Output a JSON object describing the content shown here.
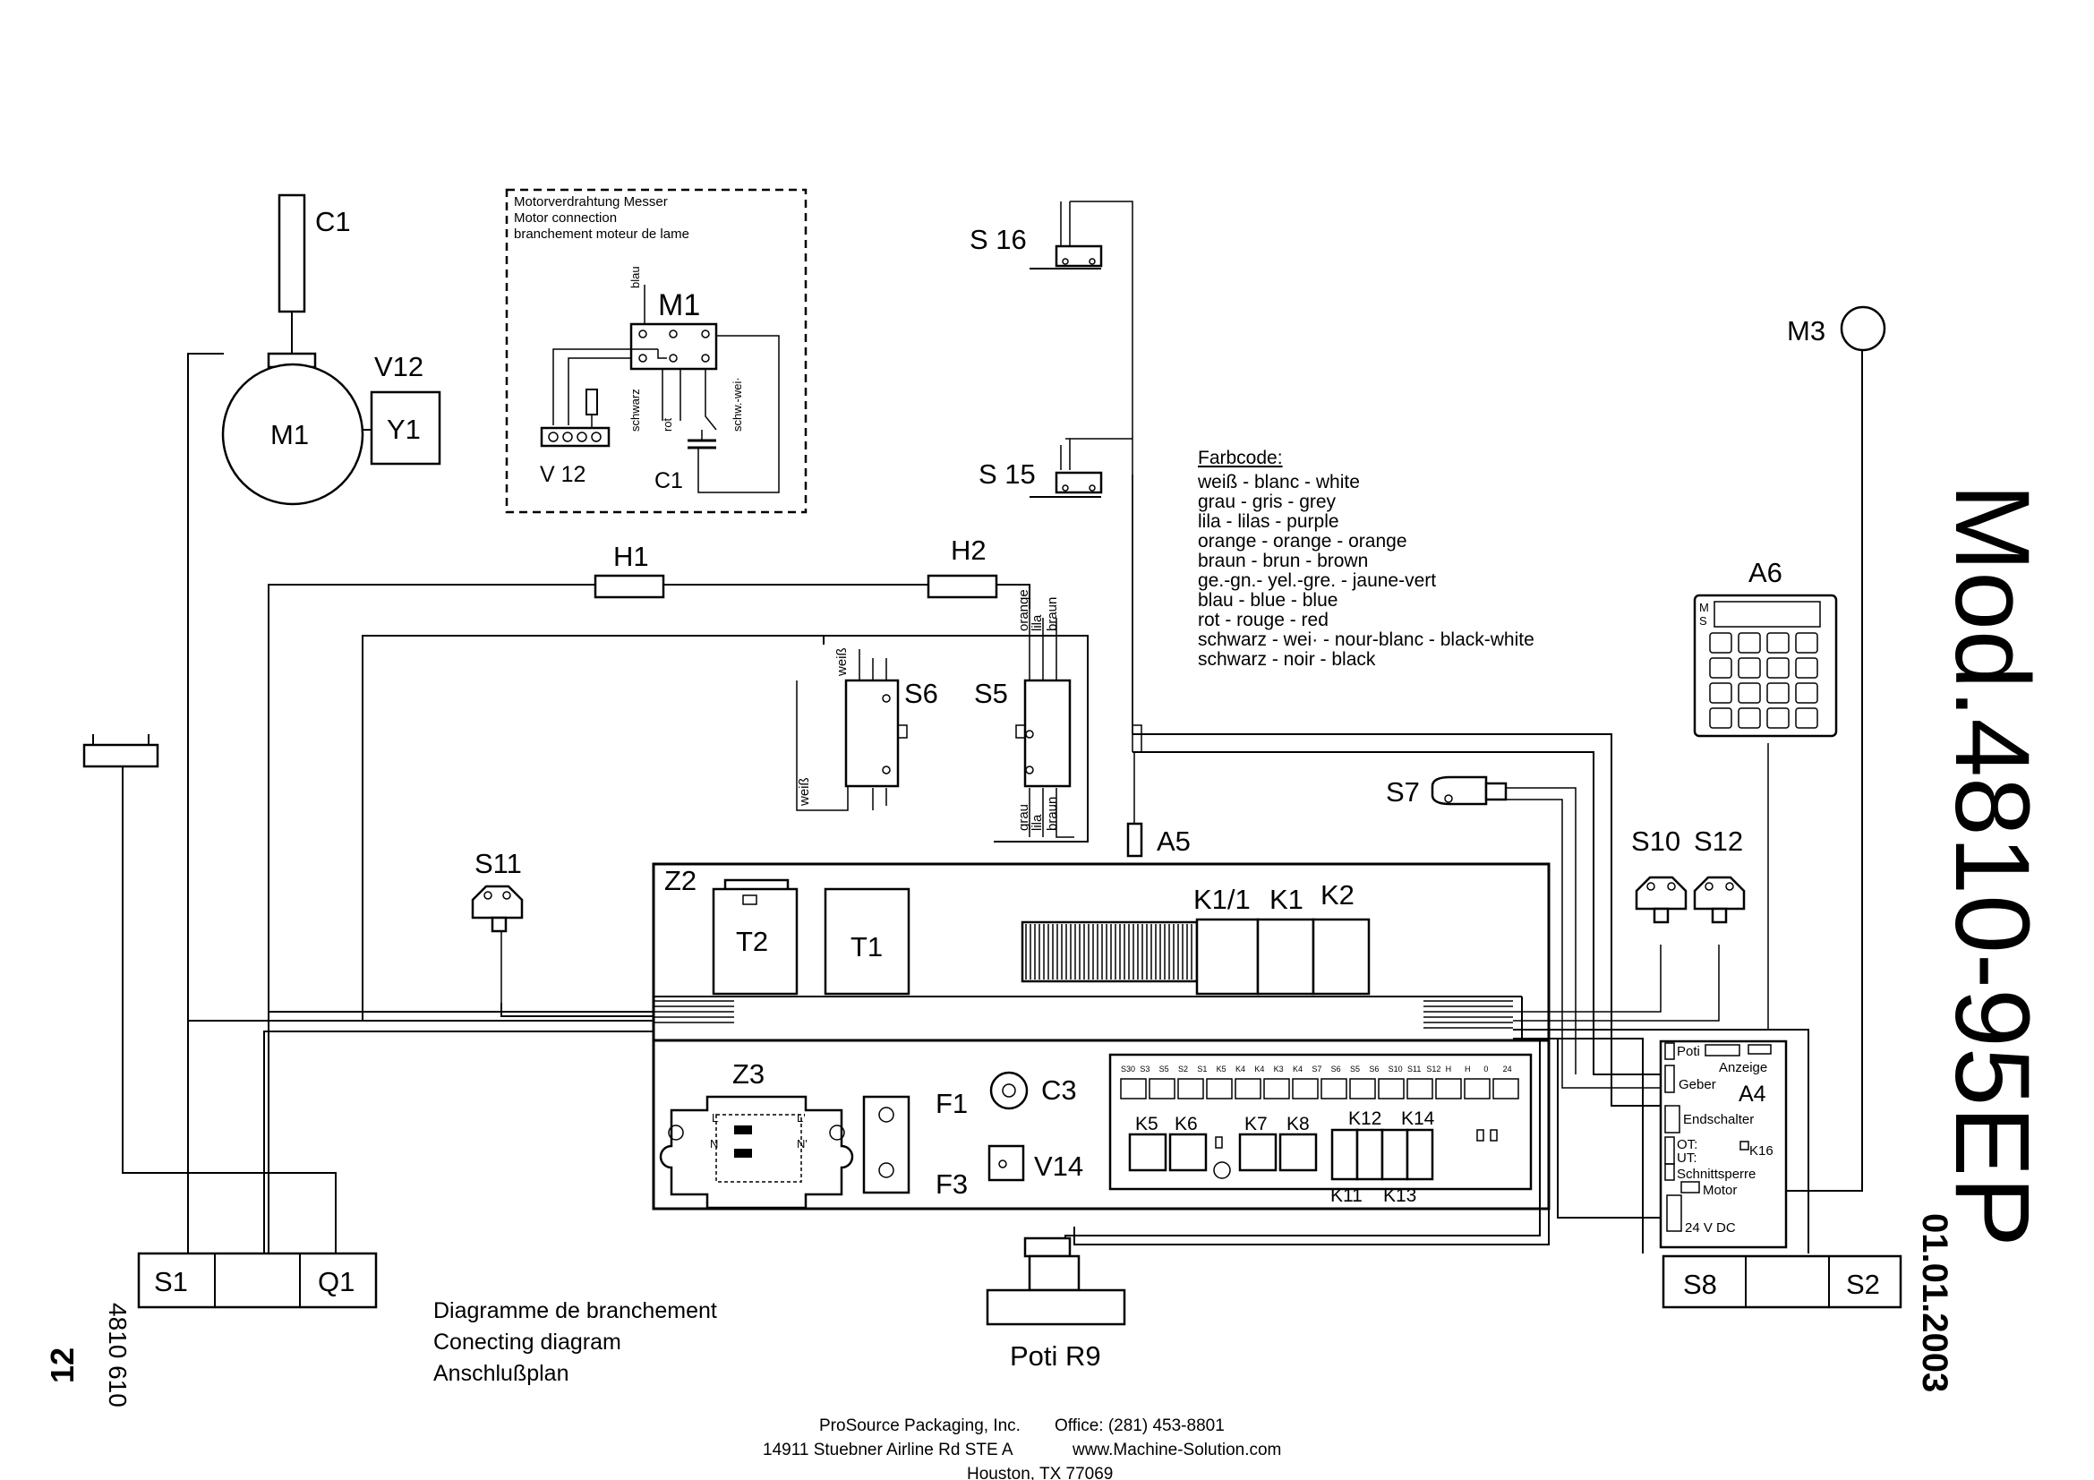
{
  "title": "Mod.4810-95EP",
  "date": "01.01.2003",
  "doc_number": "4810 610",
  "page_number": "12",
  "inset": {
    "line1": "Motorverdrahtung Messer",
    "line2": "Motor connection",
    "line3": "branchement moteur de lame",
    "m1": "M1",
    "v12": "V 12",
    "c1": "C1",
    "wires": {
      "blau": "blau",
      "schwarz": "schwarz",
      "rot": "rot",
      "schw_wei": "schw.-wei·"
    }
  },
  "labels": {
    "c1": "C1",
    "m1": "M1",
    "v12": "V12",
    "y1": "Y1",
    "s16": "S 16",
    "s15": "S 15",
    "m3": "M3",
    "h1": "H1",
    "h2": "H2",
    "s6": "S6",
    "s5": "S5",
    "a5": "A5",
    "a6": "A6",
    "s7": "S7",
    "s10": "S10",
    "s12": "S12",
    "s11": "S11",
    "z2": "Z2",
    "t2": "T2",
    "t1": "T1",
    "k11_top": "K1/1",
    "k1": "K1",
    "k2": "K2",
    "z3": "Z3",
    "f1": "F1",
    "f3": "F3",
    "c3": "C3",
    "v14": "V14",
    "k5": "K5",
    "k6": "K6",
    "k7": "K7",
    "k8": "K8",
    "k12": "K12",
    "k14": "K14",
    "k11": "K11",
    "k13": "K13",
    "a4": "A4",
    "s1": "S1",
    "q1": "Q1",
    "s8": "S8",
    "s2": "S2",
    "poti": "Poti R9"
  },
  "wire_labels": {
    "weiss1": "weiß",
    "weiss2": "weiß",
    "orange": "orange",
    "lila": "lila",
    "braun": "braun",
    "grau": "grau",
    "lila2": "lila",
    "braun2": "braun"
  },
  "a4_panel": {
    "poti": "Poti",
    "anzeige": "Anzeige",
    "geber": "Geber",
    "endschalter": "Endschalter",
    "ot": "OT:",
    "ut": "UT:",
    "k16": "K16",
    "schnittsperre": "Schnittsperre",
    "motor": "Motor",
    "v24": "24 V DC"
  },
  "terminal_labels": [
    "S30",
    "S3",
    "S5",
    "S2",
    "S1",
    "K5",
    "K4",
    "K4",
    "K3",
    "K4",
    "S7",
    "S6",
    "S5",
    "S6",
    "S10",
    "S11",
    "S12",
    "H",
    "H",
    "0",
    "24"
  ],
  "color_code": {
    "heading": "Farbcode:",
    "entries": [
      "weiß - blanc - white",
      "grau - gris - grey",
      "lila - lilas - purple",
      "orange - orange - orange",
      "braun - brun - brown",
      "ge.-gn.- yel.-gre. - jaune-vert",
      "blau - blue - blue",
      "rot - rouge - red",
      "schwarz - wei· - nour-blanc - black-white",
      "schwarz - noir - black"
    ]
  },
  "diagram_titles": [
    "Diagramme de branchement",
    "Conecting diagram",
    "Anschlußplan"
  ],
  "footer": {
    "company": "ProSource Packaging, Inc.",
    "office": "Office: (281) 453-8801",
    "address": "14911 Stuebner Airline Rd STE A",
    "website": "www.Machine-Solution.com",
    "city": "Houston, TX 77069"
  }
}
